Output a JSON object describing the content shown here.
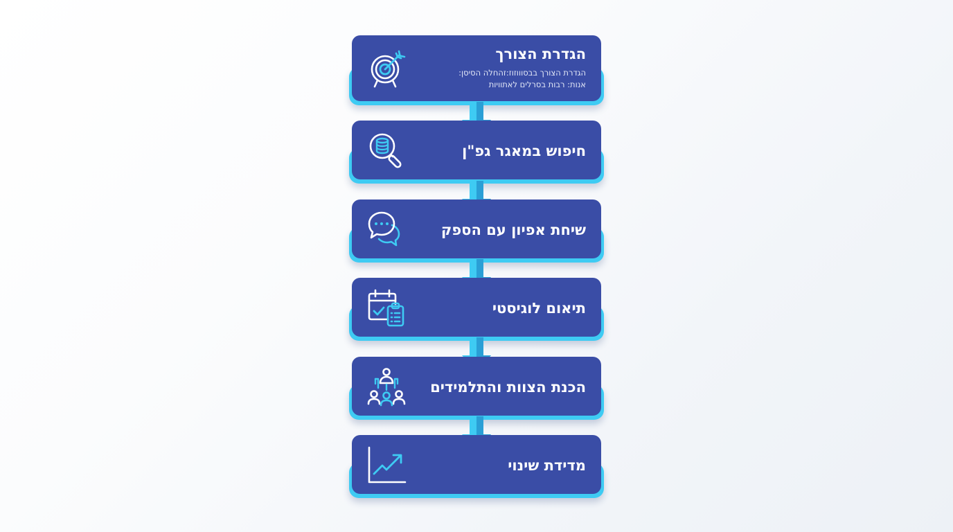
{
  "diagram": {
    "type": "vertical-process-flow",
    "direction": "top-to-bottom",
    "colors": {
      "card": "#3a4da6",
      "accent": "#3ecbf3",
      "accent_dark": "#2a9fd6",
      "text": "#ffffff",
      "background_start": "#ffffff",
      "background_end": "#edf1f6"
    },
    "steps": [
      {
        "title": "הגדרת הצורך",
        "subtitle_line1": "הגדרת הצורך בבסוווזוז:זהחלה הסיסן:",
        "subtitle_line2": "אנות: רבות בסרלים לאתוויות",
        "icon": "target-icon"
      },
      {
        "title": "חיפוש במאגר גפ\"ן",
        "icon": "database-search-icon"
      },
      {
        "title": "שיחת אפיון עם הספק",
        "icon": "chat-bubbles-icon"
      },
      {
        "title": "תיאום לוגיסטי",
        "icon": "calendar-clipboard-icon"
      },
      {
        "title": "הכנת הצוות והתלמידים",
        "icon": "team-hierarchy-icon"
      },
      {
        "title": "מדידת שינוי",
        "icon": "trend-chart-icon"
      }
    ]
  }
}
